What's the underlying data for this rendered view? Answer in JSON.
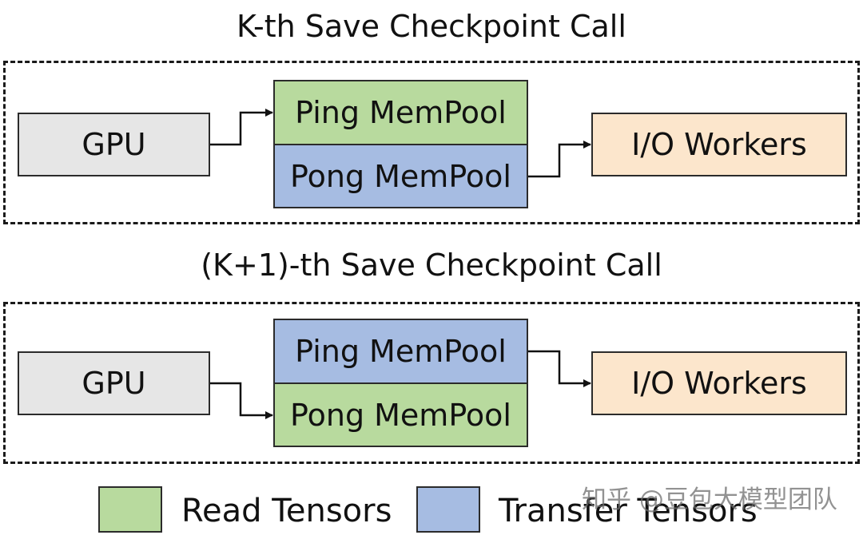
{
  "colors": {
    "read": "#b8da9e",
    "transfer": "#a6bce2",
    "gpu": "#e6e6e6",
    "io": "#fce6cc"
  },
  "panel_k": {
    "title": "K-th Save Checkpoint Call",
    "gpu": "GPU",
    "ping": "Ping MemPool",
    "pong": "Pong MemPool",
    "io": "I/O Workers"
  },
  "panel_k1": {
    "title": "(K+1)-th Save Checkpoint Call",
    "gpu": "GPU",
    "ping": "Ping MemPool",
    "pong": "Pong MemPool",
    "io": "I/O Workers"
  },
  "legend": {
    "read": "Read Tensors",
    "transfer": "Transfer Tensors"
  },
  "watermark": "知乎 @豆包大模型团队"
}
